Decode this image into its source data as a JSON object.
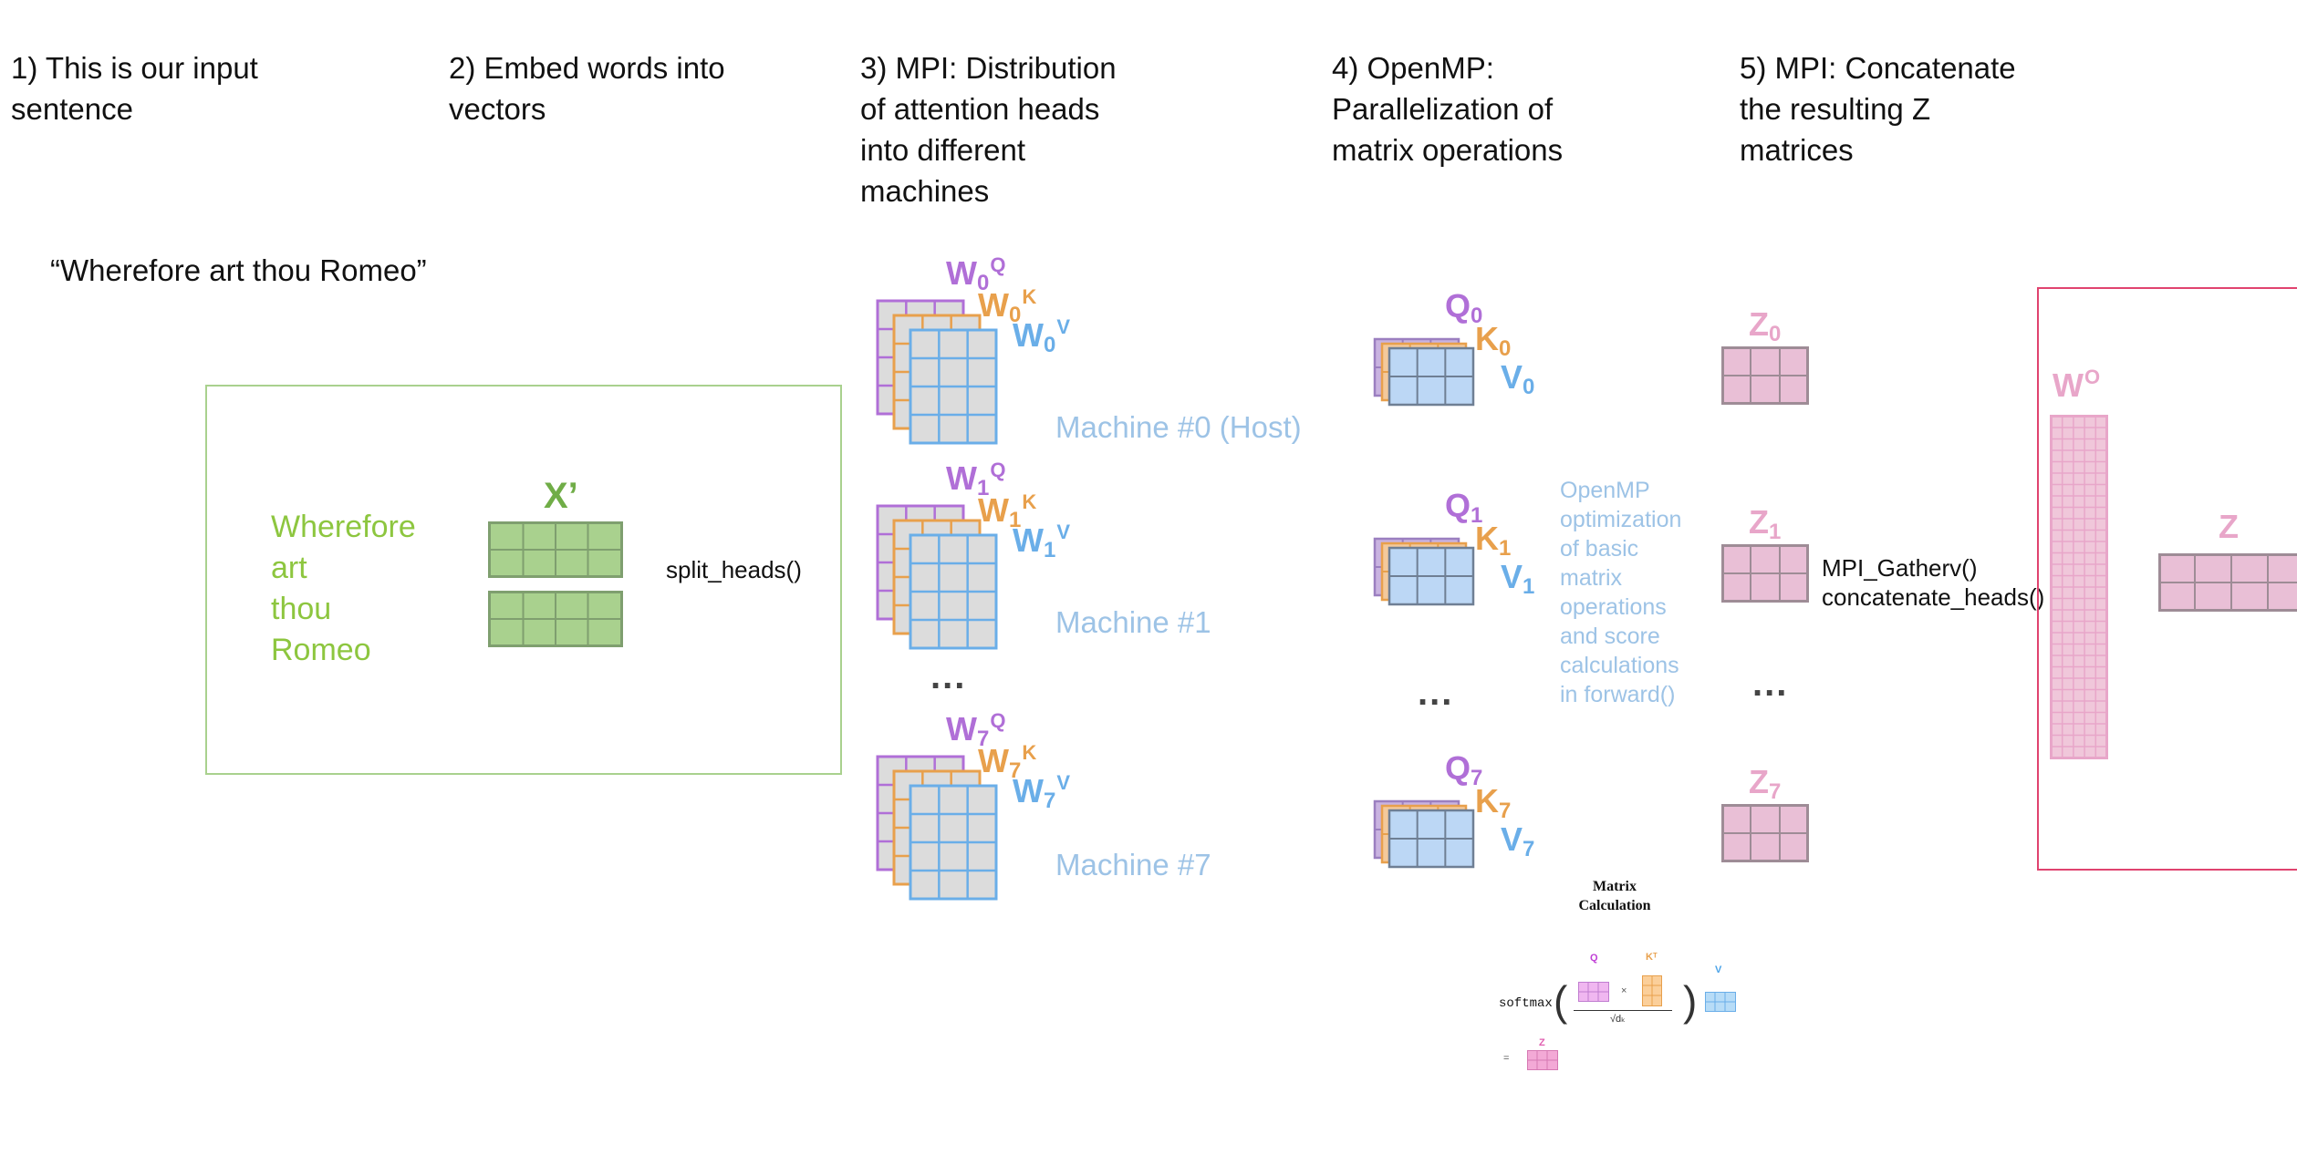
{
  "steps": [
    "1) This is our input\nsentence",
    "2) Embed words into\nvectors",
    "3) MPI: Distribution\nof attention heads\ninto different\nmachines",
    "4) OpenMP:\nParallelization of\nmatrix operations",
    "5) MPI: Concatenate\nthe resulting Z\nmatrices"
  ],
  "input_sentence": "“Wherefore art thou Romeo”",
  "embedding": {
    "words": [
      "Wherefore",
      "art",
      "thou",
      "Romeo"
    ],
    "x_label": "X’",
    "split_label": "split_heads()"
  },
  "machines": [
    {
      "label": "Machine #0 (Host)",
      "idx": "0"
    },
    {
      "label": "Machine #1",
      "idx": "1"
    },
    {
      "label": "Machine #7",
      "idx": "7"
    }
  ],
  "weight_labels": {
    "w": "W",
    "q": "Q",
    "k": "K",
    "v": "V"
  },
  "ellipsis": "...",
  "qkv_letters": {
    "q": "Q",
    "k": "K",
    "v": "V"
  },
  "openmp_note": "OpenMP\noptimization\nof basic\nmatrix\noperations\nand score\ncalculations\nin forward()",
  "z_letter": "Z",
  "z_indices": [
    "0",
    "1",
    "7"
  ],
  "gather": {
    "line1": "MPI_Gatherv()",
    "line2": "concatenate_heads()"
  },
  "wo_label": {
    "w": "W",
    "o": "O"
  },
  "final_z": "Z",
  "formula": {
    "title_line1": "Matrix",
    "title_line2": "Calculation",
    "softmax": "softmax",
    "q": "Q",
    "kt": "Kᵀ",
    "v": "V",
    "sqrt": "√dₖ",
    "times": "×",
    "equals": "=",
    "z": "Z",
    "open_paren": "(",
    "close_paren": ")"
  },
  "colors": {
    "purple": "#b06fd7",
    "orange": "#e8a04c",
    "blue": "#6aaee8",
    "pink": "#e8a6c9",
    "green": "#8dc63f",
    "machine_text": "#9dc3e6",
    "box_green": "#8dc63f",
    "box_pink": "#e0436f"
  }
}
